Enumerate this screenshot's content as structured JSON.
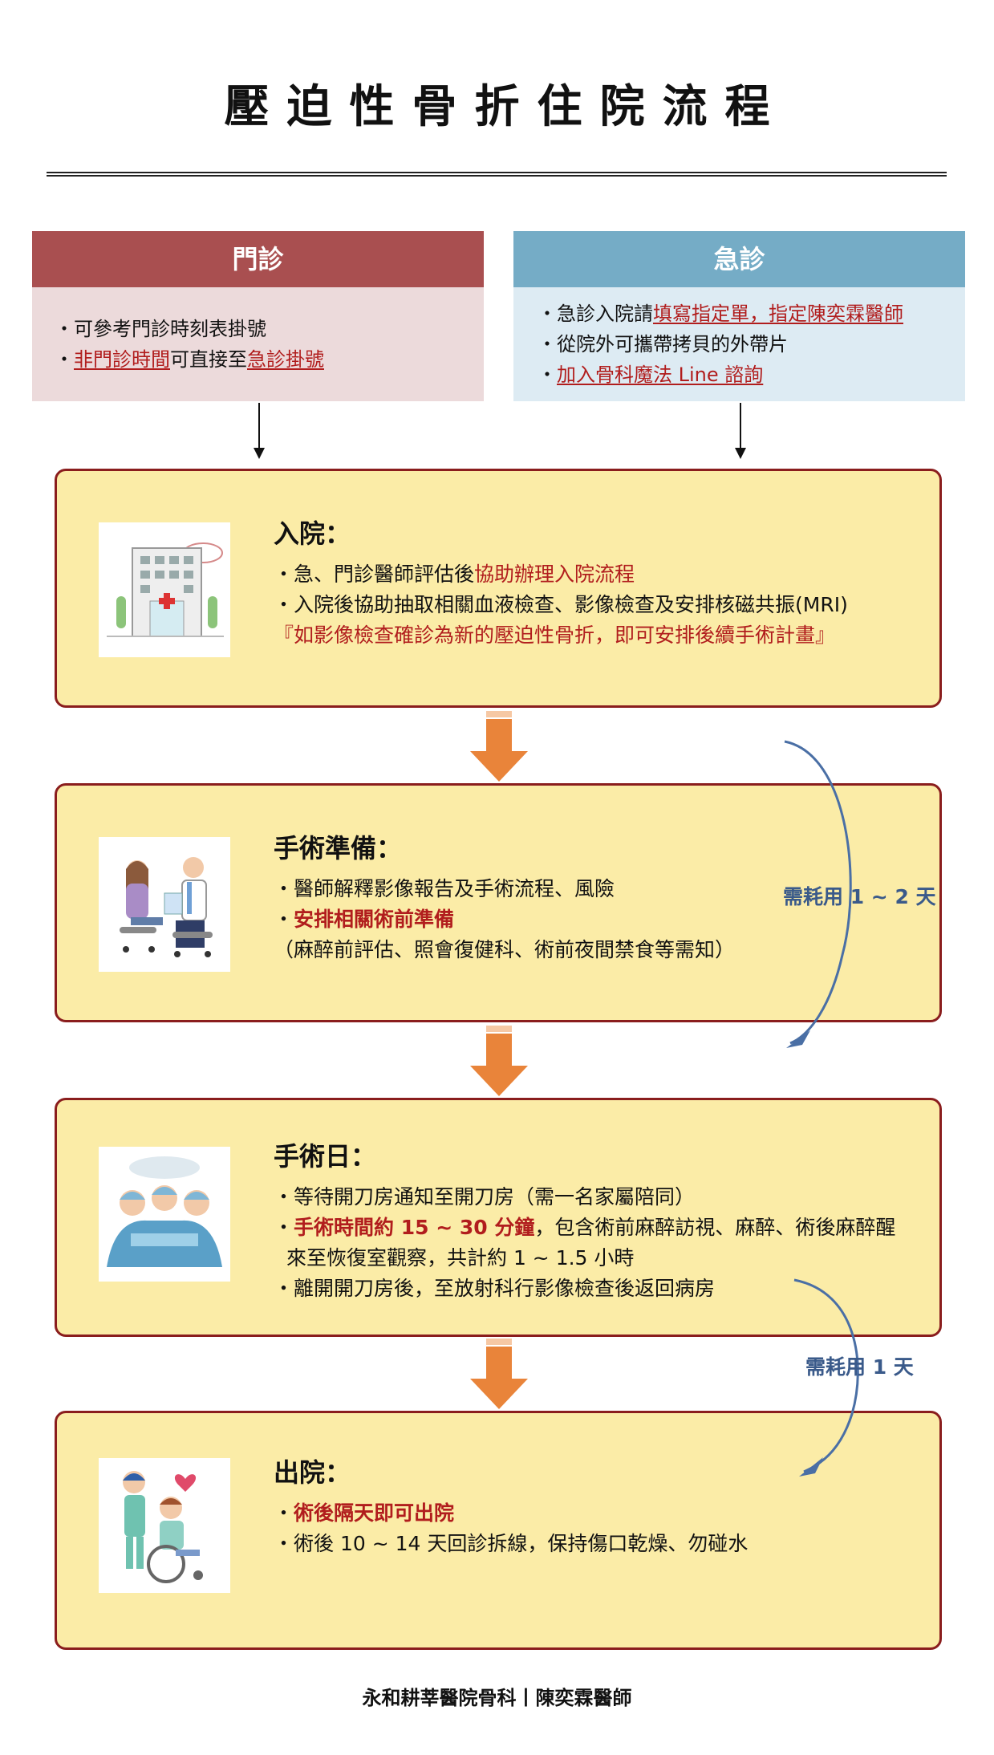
{
  "title": "壓迫性骨折住院流程",
  "outpatient": {
    "header": "門診",
    "line1": "・可參考門診時刻表掛號",
    "line2_bullet": "・",
    "line2_link1": "非門診時間",
    "line2_mid": "可直接至",
    "line2_link2": "急診掛號"
  },
  "emergency": {
    "header": "急診",
    "line1_bullet": "・",
    "line1_text": "急診入院請",
    "line1_link": "填寫指定單，指定陳奕霖醫師",
    "line2": "・從院外可攜帶拷貝的外帶片",
    "line3_bullet": "・",
    "line3_link": "加入骨科魔法 Line 諮詢"
  },
  "stages": [
    {
      "title": "入院：",
      "l1_a": "・急、門診醫師評估後",
      "l1_b": "協助辦理入院流程",
      "l2": "・入院後協助抽取相關血液檢查、影像檢查及安排核磁共振(MRI)",
      "l3": "『如影像檢查確診為新的壓迫性骨折，即可安排後續手術計畫』",
      "icon": "hospital-building"
    },
    {
      "title": "手術準備：",
      "l1": "・醫師解釋影像報告及手術流程、風險",
      "l2_bullet": "・",
      "l2_b": "安排相關術前準備",
      "l3": "（麻醉前評估、照會復健科、術前夜間禁食等需知）",
      "icon": "doctor-consultation"
    },
    {
      "title": "手術日：",
      "l1": "・等待開刀房通知至開刀房（需一名家屬陪同）",
      "l2_bullet": "・",
      "l2_b": "手術時間約 15 ~ 30 分鐘",
      "l2_c": "，包含術前麻醉訪視、麻醉、術後麻醉醒",
      "l3": "來至恢復室觀察，共計約 1 ~ 1.5 小時",
      "l4": "・離開開刀房後，至放射科行影像檢查後返回病房",
      "icon": "surgery-team"
    },
    {
      "title": "出院：",
      "l1_bullet": "・",
      "l1_b": "術後隔天即可出院",
      "l2": "・術後 10 ~ 14 天回診拆線，保持傷口乾燥、勿碰水",
      "icon": "wheelchair-discharge"
    }
  ],
  "durations": {
    "prep": "需耗用 1 ~ 2 天",
    "surgery": "需耗用 1 天"
  },
  "footer": "永和耕莘醫院骨科丨陳奕霖醫師",
  "colors": {
    "outpatient_header": "#a94f50",
    "outpatient_body": "#ecdadb",
    "emergency_header": "#75acc6",
    "emergency_body": "#ddebf3",
    "stage_fill": "#fbeca7",
    "stage_border": "#8a1d1d",
    "highlight_red": "#b11d1d",
    "flow_arrow": "#e9843a",
    "duration_blue": "#3a5a8a"
  }
}
